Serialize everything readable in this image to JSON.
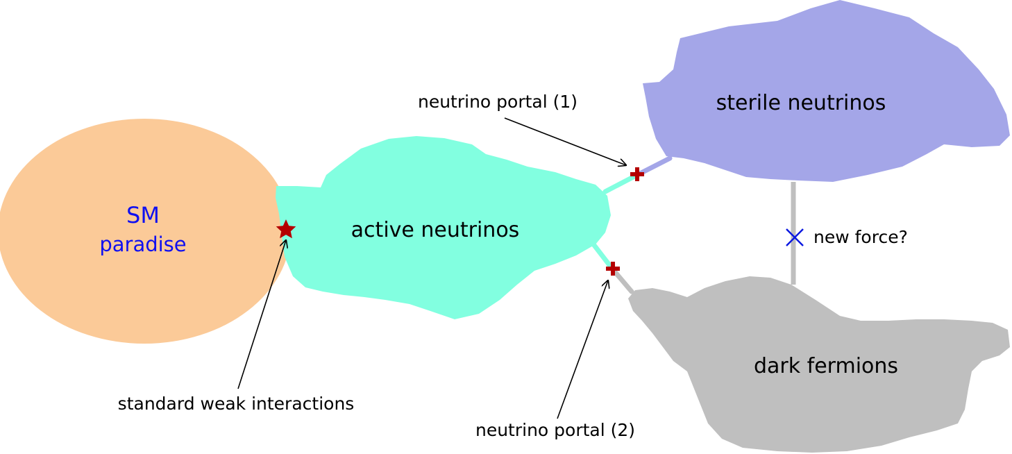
{
  "colors": {
    "sm": "#FBCA98",
    "active": "#82FFE0",
    "sterile": "#A4A6E8",
    "dark": "#BFBFBF",
    "sm_text": "#1010F0",
    "marker_red": "#B40000",
    "cross_blue": "#0A18E0",
    "arrow": "#000000"
  },
  "regions": {
    "sm": {
      "title": "SM",
      "subtitle": "paradise"
    },
    "active": {
      "label": "active neutrinos"
    },
    "sterile": {
      "label": "sterile neutrinos"
    },
    "dark": {
      "label": "dark fermions"
    }
  },
  "callouts": {
    "weak": "standard weak interactions",
    "portal1": "neutrino portal (1)",
    "portal2": "neutrino portal (2)",
    "new_force": "new force?"
  },
  "markers": {
    "weak": "star-icon",
    "portal1": "plus-icon",
    "portal2": "plus-icon",
    "new_force": "x-cross-icon"
  }
}
